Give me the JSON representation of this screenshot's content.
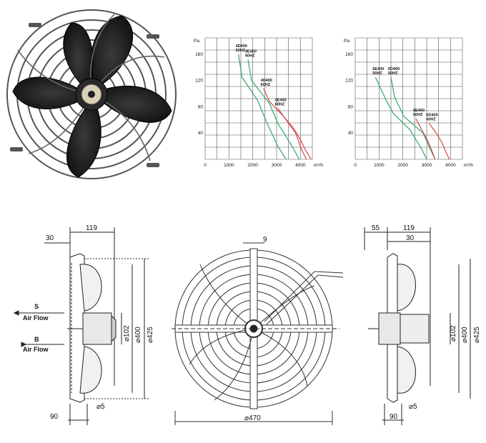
{
  "chart_data": [
    {
      "type": "line",
      "ylabel": "Pa",
      "xunit": "m³/h",
      "xticks": [
        0,
        1000,
        2000,
        3000,
        4000
      ],
      "yticks": [
        40,
        80,
        120,
        160
      ],
      "xlim": [
        0,
        4500
      ],
      "ylim": [
        0,
        185
      ],
      "grid": true,
      "series": [
        {
          "name": "4D400\n50HZ",
          "color": "#2fa86a",
          "x": [
            1400,
            1550,
            2200,
            2600,
            3050,
            3400
          ],
          "y": [
            160,
            125,
            90,
            55,
            20,
            0
          ]
        },
        {
          "name": "4E400\n50HZ",
          "color": "#2fa86a",
          "x": [
            1800,
            1950,
            2700,
            3050,
            3650,
            3950
          ],
          "y": [
            152,
            120,
            85,
            55,
            20,
            0
          ]
        },
        {
          "name": "4D400\n60HZ",
          "color": "#d44a4a",
          "x": [
            2450,
            2700,
            3300,
            3800,
            4050,
            4250
          ],
          "y": [
            108,
            88,
            65,
            40,
            15,
            0
          ]
        },
        {
          "name": "4E400\n60HZ",
          "color": "#d44a4a",
          "x": [
            3050,
            3300,
            3700,
            4000,
            4200,
            4450
          ],
          "y": [
            78,
            65,
            48,
            30,
            15,
            0
          ]
        }
      ]
    },
    {
      "type": "line",
      "ylabel": "Pa",
      "xunit": "m³/h",
      "xticks": [
        0,
        1000,
        2000,
        3000,
        4000
      ],
      "yticks": [
        40,
        80,
        120,
        160
      ],
      "xlim": [
        0,
        4500
      ],
      "ylim": [
        0,
        185
      ],
      "grid": true,
      "series": [
        {
          "name": "6E400\n50HZ",
          "color": "#2fa86a",
          "x": [
            850,
            1300,
            1600,
            2300,
            2800,
            3000
          ],
          "y": [
            125,
            90,
            70,
            45,
            15,
            0
          ]
        },
        {
          "name": "6D400\n50HZ",
          "color": "#2fa86a",
          "x": [
            1500,
            1650,
            2050,
            2850,
            3200,
            3350
          ],
          "y": [
            125,
            95,
            65,
            40,
            12,
            0
          ]
        },
        {
          "name": "6E400\n60HZ",
          "color": "#d44a4a",
          "x": [
            2550,
            2750,
            3050,
            3250,
            3350
          ],
          "y": [
            62,
            48,
            28,
            10,
            0
          ]
        },
        {
          "name": "6D400\n60HZ",
          "color": "#d44a4a",
          "x": [
            3100,
            3400,
            3650,
            3800,
            3950
          ],
          "y": [
            55,
            40,
            25,
            12,
            0
          ]
        }
      ]
    }
  ],
  "drawings": {
    "left": {
      "dim_30": "30",
      "dim_119": "119",
      "dim_90": "90",
      "dim_hole": "⌀5",
      "dim_102": "⌀102",
      "dim_400": "⌀400",
      "dim_425": "⌀425",
      "airflow_s_letter": "S",
      "airflow_s_label": "Air Flow",
      "airflow_b_letter": "B",
      "airflow_b_label": "Air Flow"
    },
    "front": {
      "dim_9": "9",
      "dim_470": "⌀470"
    },
    "right": {
      "dim_55": "55",
      "dim_119": "119",
      "dim_30": "30",
      "dim_90": "90",
      "dim_hole": "⌀5",
      "dim_102": "⌀102",
      "dim_400": "⌀400",
      "dim_425": "⌀425"
    }
  }
}
